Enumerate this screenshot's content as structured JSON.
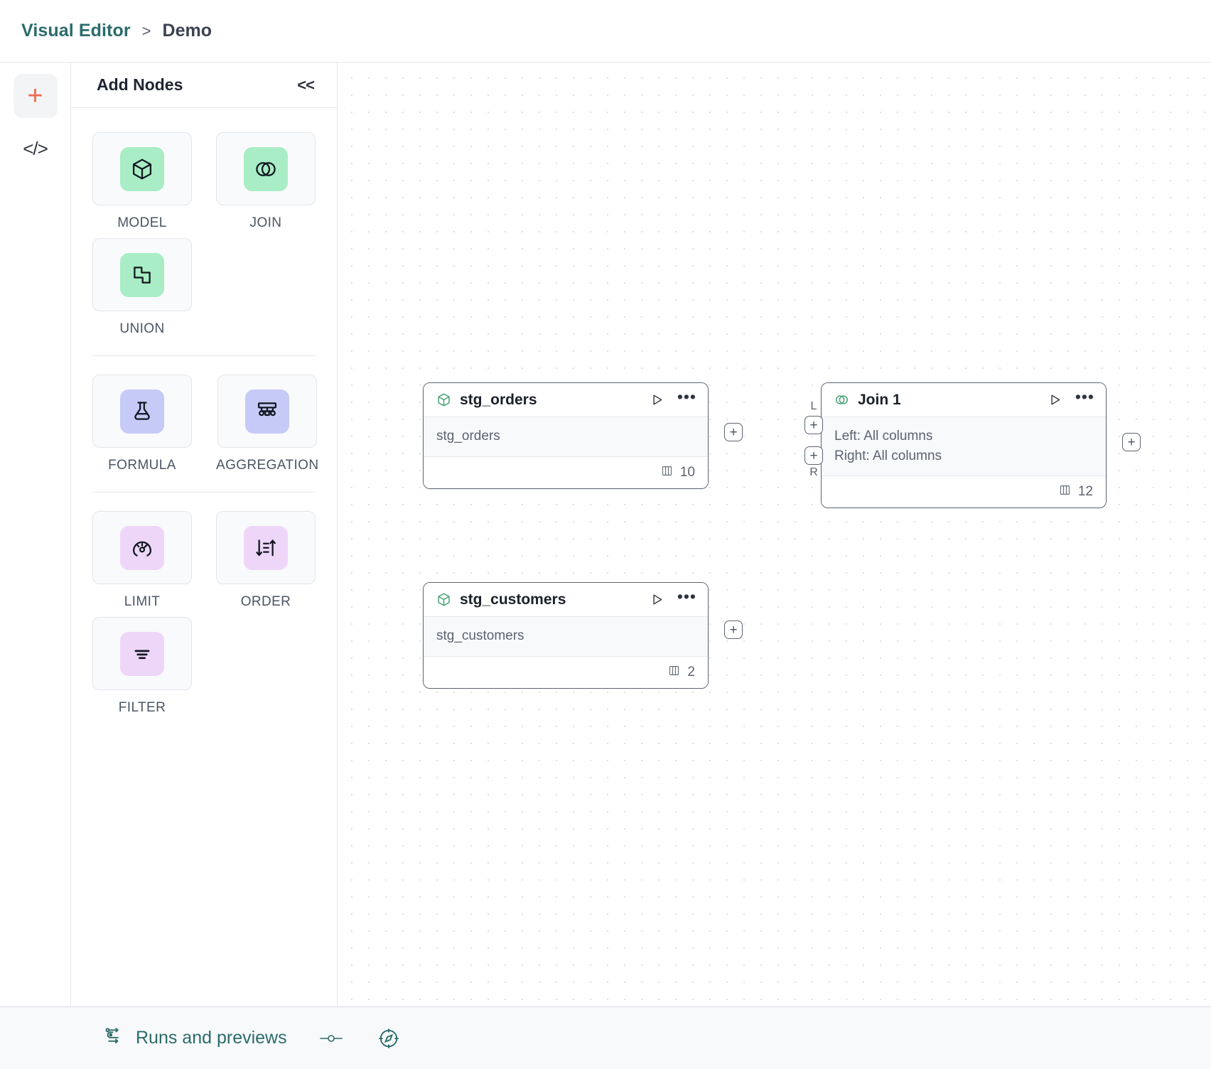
{
  "breadcrumb": {
    "root": "Visual Editor",
    "separator": ">",
    "leaf": "Demo"
  },
  "rail": {
    "items": [
      {
        "name": "add-node-rail-button",
        "icon": "plus-icon",
        "glyph": "+",
        "active": true
      },
      {
        "name": "code-rail-button",
        "icon": "code-icon",
        "glyph": "</>",
        "active": false
      }
    ]
  },
  "panel": {
    "title": "Add Nodes",
    "collapse_label": "<<",
    "groups": [
      {
        "items": [
          {
            "label": "MODEL",
            "icon": "cube-icon",
            "color": "#a8edc5"
          },
          {
            "label": "JOIN",
            "icon": "venn-circles-icon",
            "color": "#a8edc5"
          },
          {
            "label": "UNION",
            "icon": "union-shapes-icon",
            "color": "#a8edc5"
          }
        ]
      },
      {
        "items": [
          {
            "label": "FORMULA",
            "icon": "flask-icon",
            "color": "#c5caf7"
          },
          {
            "label": "AGGREGATION",
            "icon": "aggregation-tree-icon",
            "color": "#c5caf7"
          }
        ]
      },
      {
        "items": [
          {
            "label": "LIMIT",
            "icon": "gauge-icon",
            "color": "#eed6f9"
          },
          {
            "label": "ORDER",
            "icon": "sort-arrows-icon",
            "color": "#eed6f9"
          },
          {
            "label": "FILTER",
            "icon": "filter-lines-icon",
            "color": "#eed6f9"
          }
        ]
      }
    ]
  },
  "canvas": {
    "nodes": [
      {
        "id": "stg_orders",
        "title": "stg_orders",
        "icon": "cube-icon",
        "body_lines": [
          "stg_orders"
        ],
        "column_count": "10",
        "column_icon": "columns-icon",
        "run_icon": "play-icon",
        "menu_icon": "ellipsis-icon"
      },
      {
        "id": "stg_customers",
        "title": "stg_customers",
        "icon": "cube-icon",
        "body_lines": [
          "stg_customers"
        ],
        "column_count": "2",
        "column_icon": "columns-icon",
        "run_icon": "play-icon",
        "menu_icon": "ellipsis-icon"
      },
      {
        "id": "join_1",
        "title": "Join 1",
        "icon": "venn-circles-icon",
        "body_lines": [
          "Left: All columns",
          "Right: All columns"
        ],
        "column_count": "12",
        "column_icon": "columns-icon",
        "run_icon": "play-icon",
        "menu_icon": "ellipsis-icon"
      }
    ],
    "ports": {
      "plus_glyph": "+",
      "left_label": "L",
      "right_label": "R"
    }
  },
  "bottombar": {
    "runs_label": "Runs and previews",
    "runs_icon": "flow-runs-icon",
    "toggle_icon": "slider-icon",
    "compass_icon": "compass-icon"
  }
}
